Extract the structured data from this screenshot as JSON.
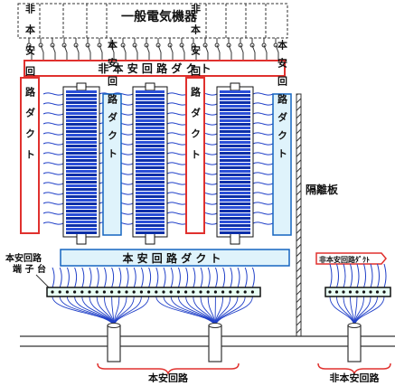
{
  "labels": {
    "general_equipment": "一般電気機器",
    "non_is_duct_top": "非 本 安 回 路 ダ ク ト",
    "non_is_duct_vertical": "非本安回路ダクト",
    "is_duct_vertical": "本安回路ダクト",
    "is_duct_bottom": "本 安 回 路 ダ ク ト",
    "is_terminal_line1": "本安回路",
    "is_terminal_line2": "端 子 台",
    "separator": "隔離板",
    "non_is_duct_small": "非本安回路ﾀﾞｸﾄ",
    "is_circuit": "本安回路",
    "non_is_circuit": "非本安回路"
  },
  "colors": {
    "duct_red": "#e0312e",
    "duct_blue": "#1565c0",
    "duct_fill": "#dff3fb",
    "wire_blue": "#1f3fc8",
    "brace_red": "#e0312e",
    "ink": "#111111"
  }
}
